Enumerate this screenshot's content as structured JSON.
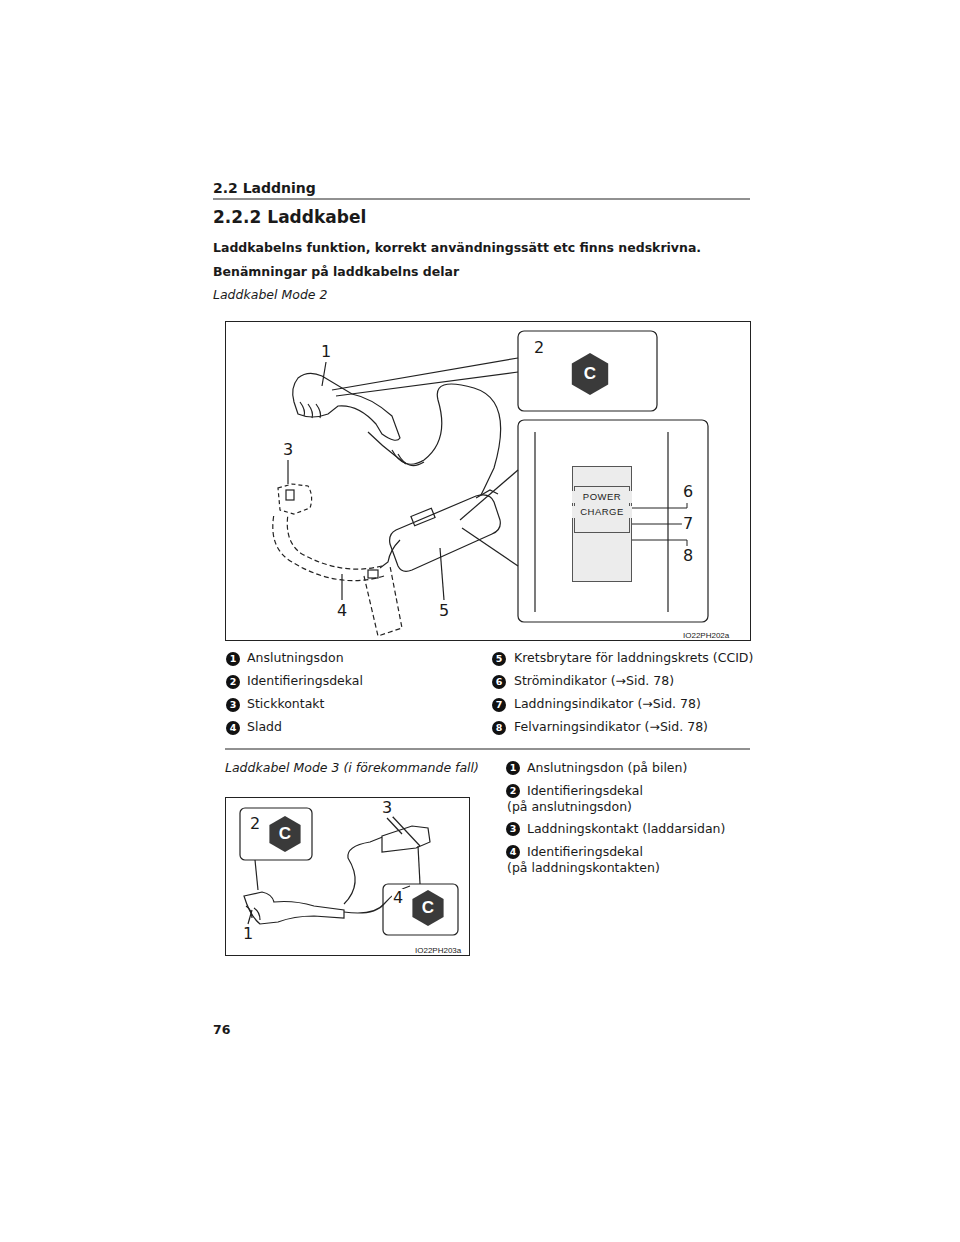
{
  "diagram": {
    "title": "2.2.2 Laddkabel",
    "nodes": [
      {
        "text": [
          "C"
        ]
      },
      {
        "text": [
          "POWER",
          "CHARGE"
        ]
      },
      {
        "text": [
          "C"
        ]
      },
      {
        "text": [
          "C"
        ]
      }
    ],
    "labels": [
      "2.2 Laddning",
      "Laddkabelns funktion, korrekt användningssätt etc finns nedskrivna.",
      "Benämningar på laddkabelns delar",
      "Laddkabel Mode 2",
      "1",
      "2",
      "3",
      "4",
      "5",
      "6",
      "7",
      "8",
      "IO22PH202a",
      "1",
      "Anslutningsdon",
      "2",
      "Identifieringsdekal",
      "3",
      "Stickkontakt",
      "4",
      "Sladd",
      "5",
      "Kretsbrytare för laddningskrets (CCID)",
      "6",
      "Strömindikator (→Sid. 78)",
      "7",
      "Laddningsindikator (→Sid. 78)",
      "8",
      "Felvarningsindikator (→Sid. 78)",
      "Laddkabel Mode 3 (i förekommande fall)",
      "2",
      "3",
      "4",
      "1",
      "IO22PH203a",
      "1",
      "Anslutningsdon (på bilen)",
      "2",
      "Identifieringsdekal (på anslutningsdon)",
      "3",
      "Laddningskontakt (laddarsidan)",
      "4",
      "Identifieringsdekal (på laddningskontakten)",
      "76"
    ]
  }
}
